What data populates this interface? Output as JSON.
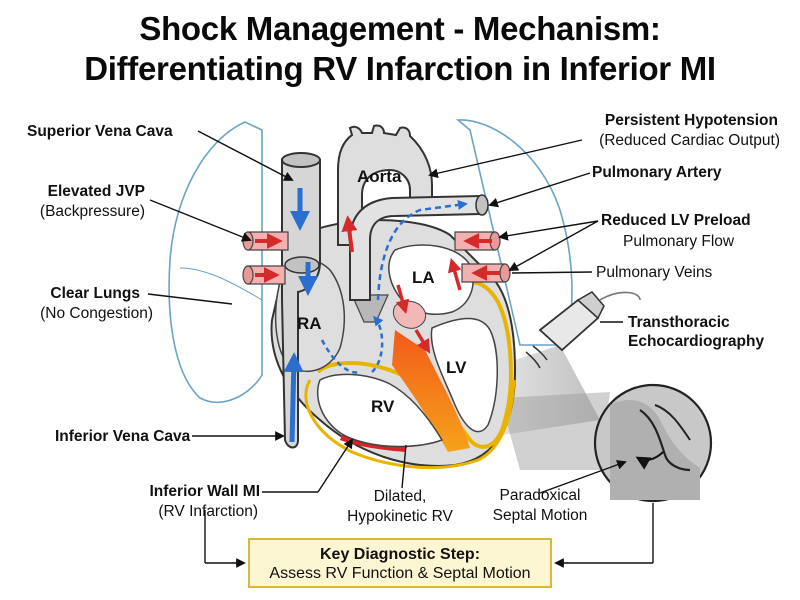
{
  "title": {
    "line1": "Shock Management - Mechanism:",
    "line2": "Differentiating RV Infarction in Inferior MI"
  },
  "labels": {
    "superior_vena_cava": "Superior Vena Cava",
    "elevated_jvp": "Elevated JVP",
    "elevated_jvp_note": "(Backpressure)",
    "clear_lungs": "Clear Lungs",
    "clear_lungs_note": "(No Congestion)",
    "inferior_vena_cava": "Inferior Vena Cava",
    "inferior_wall_mi": "Inferior Wall MI",
    "inferior_wall_mi_note": "(RV Infarction)",
    "dilated_rv_line1": "Dilated,",
    "dilated_rv_line2": "Hypokinetic RV",
    "paradoxical_line1": "Paradoxical",
    "paradoxical_line2": "Septal Motion",
    "persistent_hypotension": "Persistent Hypotension",
    "persistent_hypotension_note": "(Reduced Cardiac Output)",
    "pulmonary_artery": "Pulmonary Artery",
    "reduced_lv_preload": "Reduced LV Preload",
    "reduced_lv_preload_note": "Pulmonary Flow",
    "pulmonary_veins": "Pulmonary Veins",
    "tte_line1": "Transthoracic",
    "tte_line2": "Echocardiography"
  },
  "chambers": {
    "aorta": "Aorta",
    "la": "LA",
    "ra": "RA",
    "lv": "LV",
    "rv": "RV"
  },
  "key_step": {
    "heading": "Key Diagnostic Step:",
    "text": "Assess RV Function & Septal Motion"
  },
  "colors": {
    "flow_arrow": "#2a6fd0",
    "pressure_arrow": "#d42a2a",
    "infarct": "#e8401c",
    "myocardium_outline": "#e8b400",
    "key_box_fill": "#fdf6d3",
    "key_box_border": "#d9b83a"
  }
}
